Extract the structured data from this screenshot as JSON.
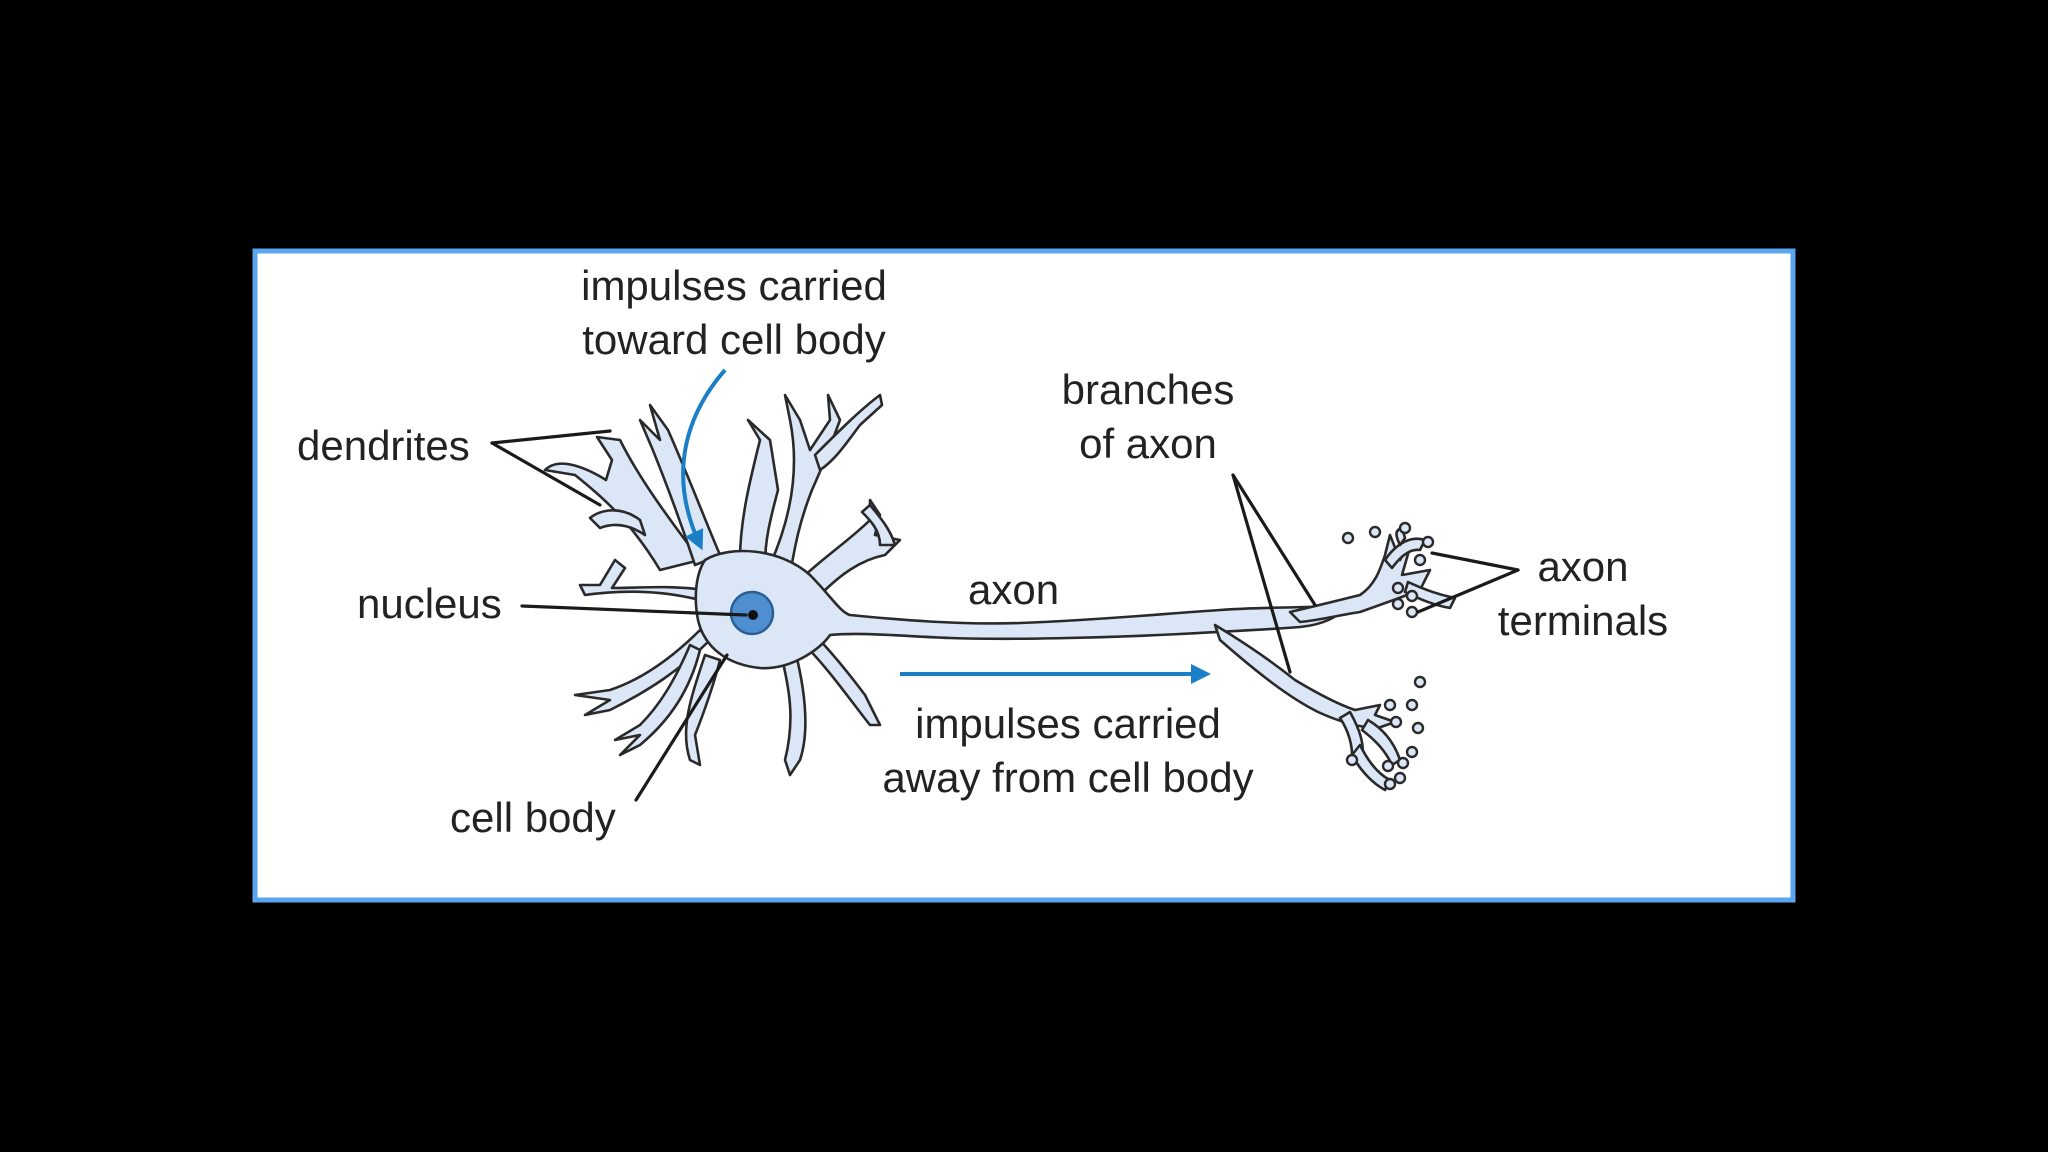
{
  "colors": {
    "background": "#000000",
    "panel": "#ffffff",
    "panel_border": "#5ba4ef",
    "cell_fill": "#dbe6f6",
    "nucleus_fill": "#4f8fd0",
    "nucleolus": "#111111",
    "arrow": "#1a7fc6",
    "outline": "#2a2a2a"
  },
  "labels": {
    "impulses_toward_line1": "impulses carried",
    "impulses_toward_line2": "toward cell body",
    "dendrites": "dendrites",
    "nucleus": "nucleus",
    "cell_body": "cell body",
    "axon": "axon",
    "branches_line1": "branches",
    "branches_line2": "of axon",
    "axon_terminals_line1": "axon",
    "axon_terminals_line2": "terminals",
    "impulses_away_line1": "impulses carried",
    "impulses_away_line2": "away from cell body"
  }
}
